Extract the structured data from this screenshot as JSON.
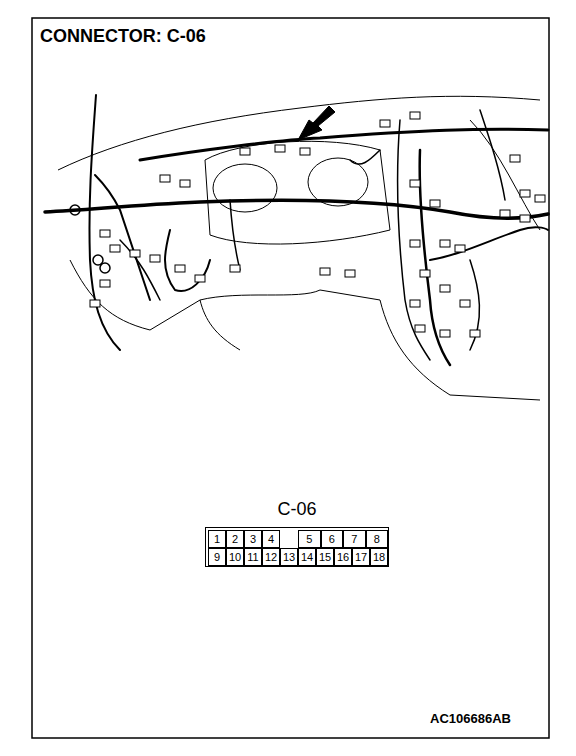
{
  "diagram": {
    "title": "CONNECTOR: C-06",
    "nodes": [
      {
        "text": [
          "C-06"
        ]
      },
      {
        "text": [
          "1"
        ],
        "in": 0
      },
      {
        "text": [
          "2"
        ],
        "in": 0
      },
      {
        "text": [
          "3"
        ],
        "in": 0
      },
      {
        "text": [
          "4"
        ],
        "in": 0
      },
      {
        "text": [
          "5"
        ],
        "in": 0
      },
      {
        "text": [
          "6"
        ],
        "in": 0
      },
      {
        "text": [
          "7"
        ],
        "in": 0
      },
      {
        "text": [
          "8"
        ],
        "in": 0
      },
      {
        "text": [
          "9"
        ],
        "in": 0
      },
      {
        "text": [
          "10"
        ],
        "in": 0
      },
      {
        "text": [
          "11"
        ],
        "in": 0
      },
      {
        "text": [
          "12"
        ],
        "in": 0
      },
      {
        "text": [
          "13"
        ],
        "in": 0
      },
      {
        "text": [
          "14"
        ],
        "in": 0
      },
      {
        "text": [
          "15"
        ],
        "in": 0
      },
      {
        "text": [
          "16"
        ],
        "in": 0
      },
      {
        "text": [
          "17"
        ],
        "in": 0
      },
      {
        "text": [
          "18"
        ],
        "in": 0
      }
    ],
    "labels": [
      "AC106686AB"
    ]
  }
}
